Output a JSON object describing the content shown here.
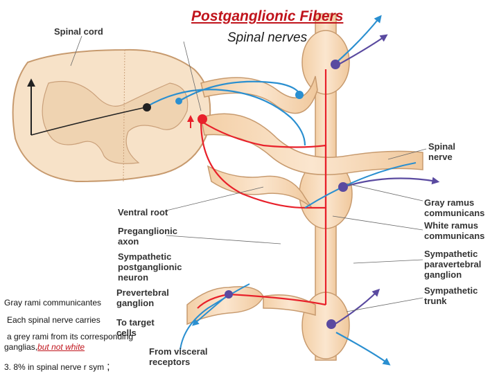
{
  "heading": {
    "title": "Postganglionic Fibers",
    "subtitle": "Spinal nerves"
  },
  "diagram_labels": {
    "spinal_cord": "Spinal cord",
    "spinal_nerve_1": "Spinal",
    "spinal_nerve_2": "nerve",
    "ventral_root": "Ventral root",
    "gray_ramus_1": "Gray ramus",
    "gray_ramus_2": "communicans",
    "white_ramus_1": "White ramus",
    "white_ramus_2": "communicans",
    "preganglionic_1": "Preganglionic",
    "preganglionic_2": "axon",
    "sympathetic_post_1": "Sympathetic",
    "sympathetic_post_2": "postganglionic",
    "sympathetic_post_3": "neuron",
    "sympathetic_para_1": "Sympathetic",
    "sympathetic_para_2": "paravertebral",
    "sympathetic_para_3": "ganglion",
    "prevertebral_1": "Prevertebral",
    "prevertebral_2": "ganglion",
    "sympathetic_trunk_1": "Sympathetic",
    "sympathetic_trunk_2": "trunk",
    "target_1": "To target",
    "target_2": "cells",
    "visceral_1": "From visceral",
    "visceral_2": "receptors"
  },
  "notes": {
    "line1": "Gray rami communicantes",
    "line2": "Each spinal nerve carries",
    "line3": "a grey rami from its corresponding",
    "line4a": "ganglias,",
    "line4b": "but not white",
    "line5": "3. 8% in spinal nerve r sym",
    "line5_tail": ";"
  },
  "colors": {
    "red_fiber": "#e8202a",
    "blue_fiber": "#2a8fd0",
    "tissue": "#f6d9b8",
    "title_red": "#c0141c"
  }
}
